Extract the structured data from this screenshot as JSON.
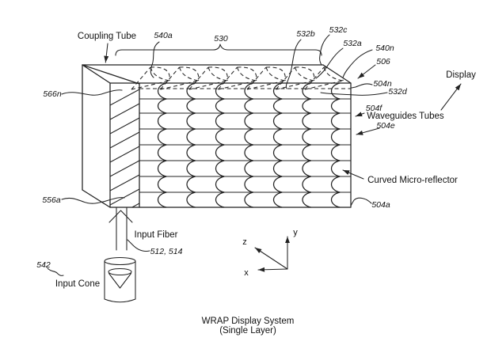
{
  "labels": {
    "coupling_tube": "Coupling Tube",
    "display": "Display",
    "waveguides_tubes": "Waveguides Tubes",
    "curved_micro_reflector": "Curved Micro-reflector",
    "input_fiber": "Input Fiber",
    "input_cone": "Input Cone"
  },
  "refs": {
    "n530": "530",
    "n540a": "540a",
    "n540n": "540n",
    "n532a": "532a",
    "n532b": "532b",
    "n532c": "532c",
    "n532d": "532d",
    "n506": "506",
    "n504n": "504n",
    "n504f": "504f",
    "n504e": "504e",
    "n504a": "504a",
    "n566n": "566n",
    "n556a": "556a",
    "n512_514": "512, 514",
    "n542": "542"
  },
  "axes": {
    "x": "x",
    "y": "y",
    "z": "z"
  },
  "caption": {
    "line1": "WRAP Display System",
    "line2": "(Single Layer)"
  },
  "colors": {
    "ink": "#222222",
    "background": "#ffffff"
  }
}
